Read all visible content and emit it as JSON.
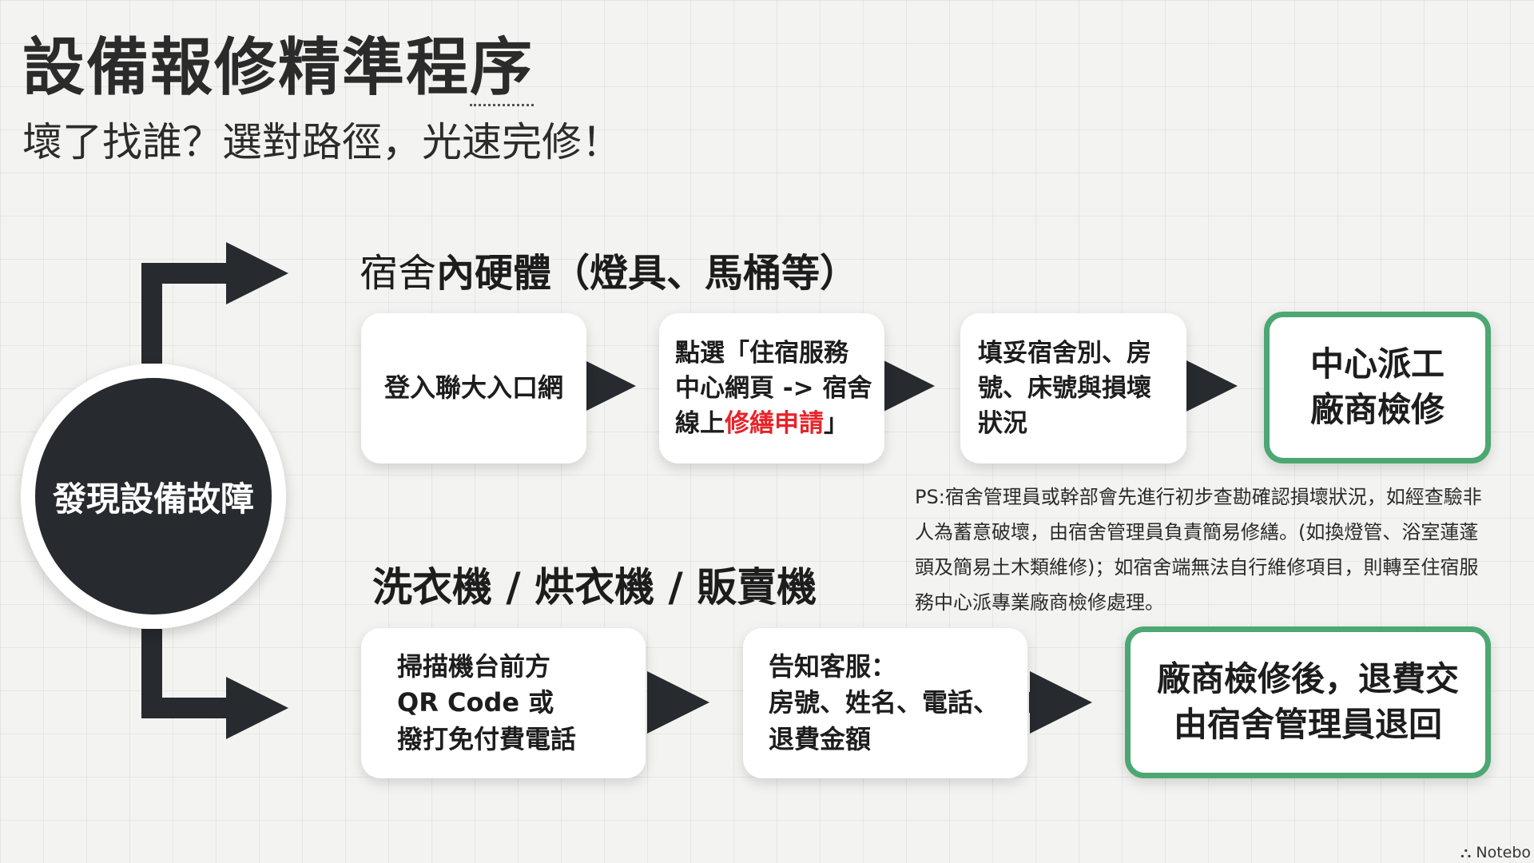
{
  "title_main": "設備報修精準程",
  "title_last": "序",
  "subtitle": "壞了找誰？選對路徑，光速完修！",
  "start_node": "發現設備故障",
  "branch_top": {
    "heading_light": "宿舍",
    "heading_bold": "內硬體（燈具、馬桶等）",
    "steps": [
      {
        "lines": [
          "登入聯大入口網"
        ]
      },
      {
        "line1": "點選「住宿服務",
        "line2": "中心網頁 -> 宿舍",
        "line3_a": "線上",
        "line3_b": "修繕申請",
        "line3_c": "」"
      },
      {
        "lines": [
          "填妥宿舍別、房",
          "號、床號與損壞",
          "狀況"
        ]
      },
      {
        "lines": [
          "中心派工",
          "廠商檢修"
        ]
      }
    ],
    "note_lines": [
      "PS:宿舍管理員或幹部會先進行初步查勘確認損壞狀況，如經查驗非",
      "人為蓄意破壞，由宿舍管理員負責簡易修繕。(如換燈管、浴室蓮蓬",
      "頭及簡易土木類維修)；如宿舍端無法自行維修項目，則轉至住宿服",
      "務中心派專業廠商檢修處理。"
    ]
  },
  "branch_bottom": {
    "heading": "洗衣機 / 烘衣機 / 販賣機",
    "steps": [
      {
        "lines": [
          "掃描機台前方",
          "QR Code 或",
          "撥打免付費電話"
        ]
      },
      {
        "lines": [
          "告知客服：",
          "房號、姓名、電話、",
          "退費金額"
        ]
      },
      {
        "lines": [
          "廠商檢修後，退費交",
          "由宿舍管理員退回"
        ]
      }
    ]
  },
  "brand": "Notebo",
  "colors": {
    "dark": "#272a2e",
    "accent_green": "#4da772",
    "highlight_red": "#e8232a"
  }
}
